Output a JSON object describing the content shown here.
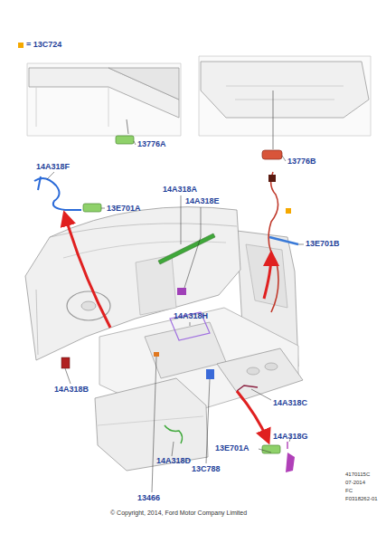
{
  "diagram": {
    "labels": [
      "13776A",
      "13776B",
      "14A318F",
      "13E701A",
      "14A318A",
      "14A318E",
      "13E701B",
      "14A318H",
      "14A318B",
      "14A318C",
      "14A318G",
      "13E701A",
      "14A318D",
      "13C788",
      "13466",
      "© Copyright, 2014, Ford Motor Company Limited",
      "4170115C",
      "07-2014",
      "FC",
      "F0318262-01"
    ],
    "legend": [
      {
        "text": "= 13C724",
        "color": "#f5a800"
      }
    ]
  }
}
